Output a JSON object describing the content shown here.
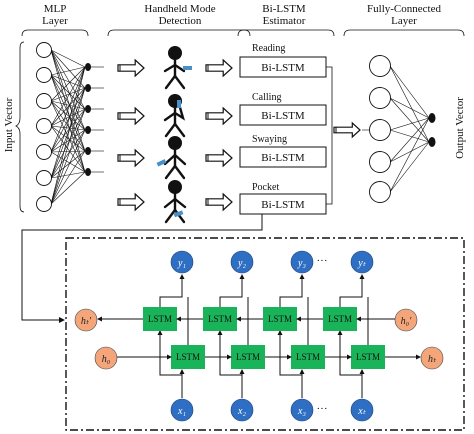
{
  "headers": {
    "mlp_line1": "MLP",
    "mlp_line2": "Layer",
    "hmd_line1": "Handheld Mode",
    "hmd_line2": "Detection",
    "bilstm_line1": "Bi-LSTM",
    "bilstm_line2": "Estimator",
    "fc_line1": "Fully-Connected",
    "fc_line2": "Layer"
  },
  "side_labels": {
    "input": "Input Vector",
    "output": "Output Vector"
  },
  "modes": [
    {
      "name": "Reading",
      "box": "Bi-LSTM"
    },
    {
      "name": "Calling",
      "box": "Bi-LSTM"
    },
    {
      "name": "Swaying",
      "box": "Bi-LSTM"
    },
    {
      "name": "Pocket",
      "box": "Bi-LSTM"
    }
  ],
  "lstm_label": "LSTM",
  "output_nodes": [
    "y₁",
    "y₂",
    "y₃",
    "yₜ"
  ],
  "input_nodes": [
    "x₁",
    "x₂",
    "x₃",
    "xₜ"
  ],
  "hidden_init_backward": "h₀′",
  "hidden_final_backward": "hₜ′",
  "hidden_init_forward": "h₀",
  "hidden_final_forward": "hₜ",
  "ellipsis": "···",
  "colors": {
    "node_blue": "#2e6fc4",
    "lstm_green": "#19b35a",
    "hidden_orange": "#f4a67a",
    "phone_blue": "#4a90c8"
  }
}
